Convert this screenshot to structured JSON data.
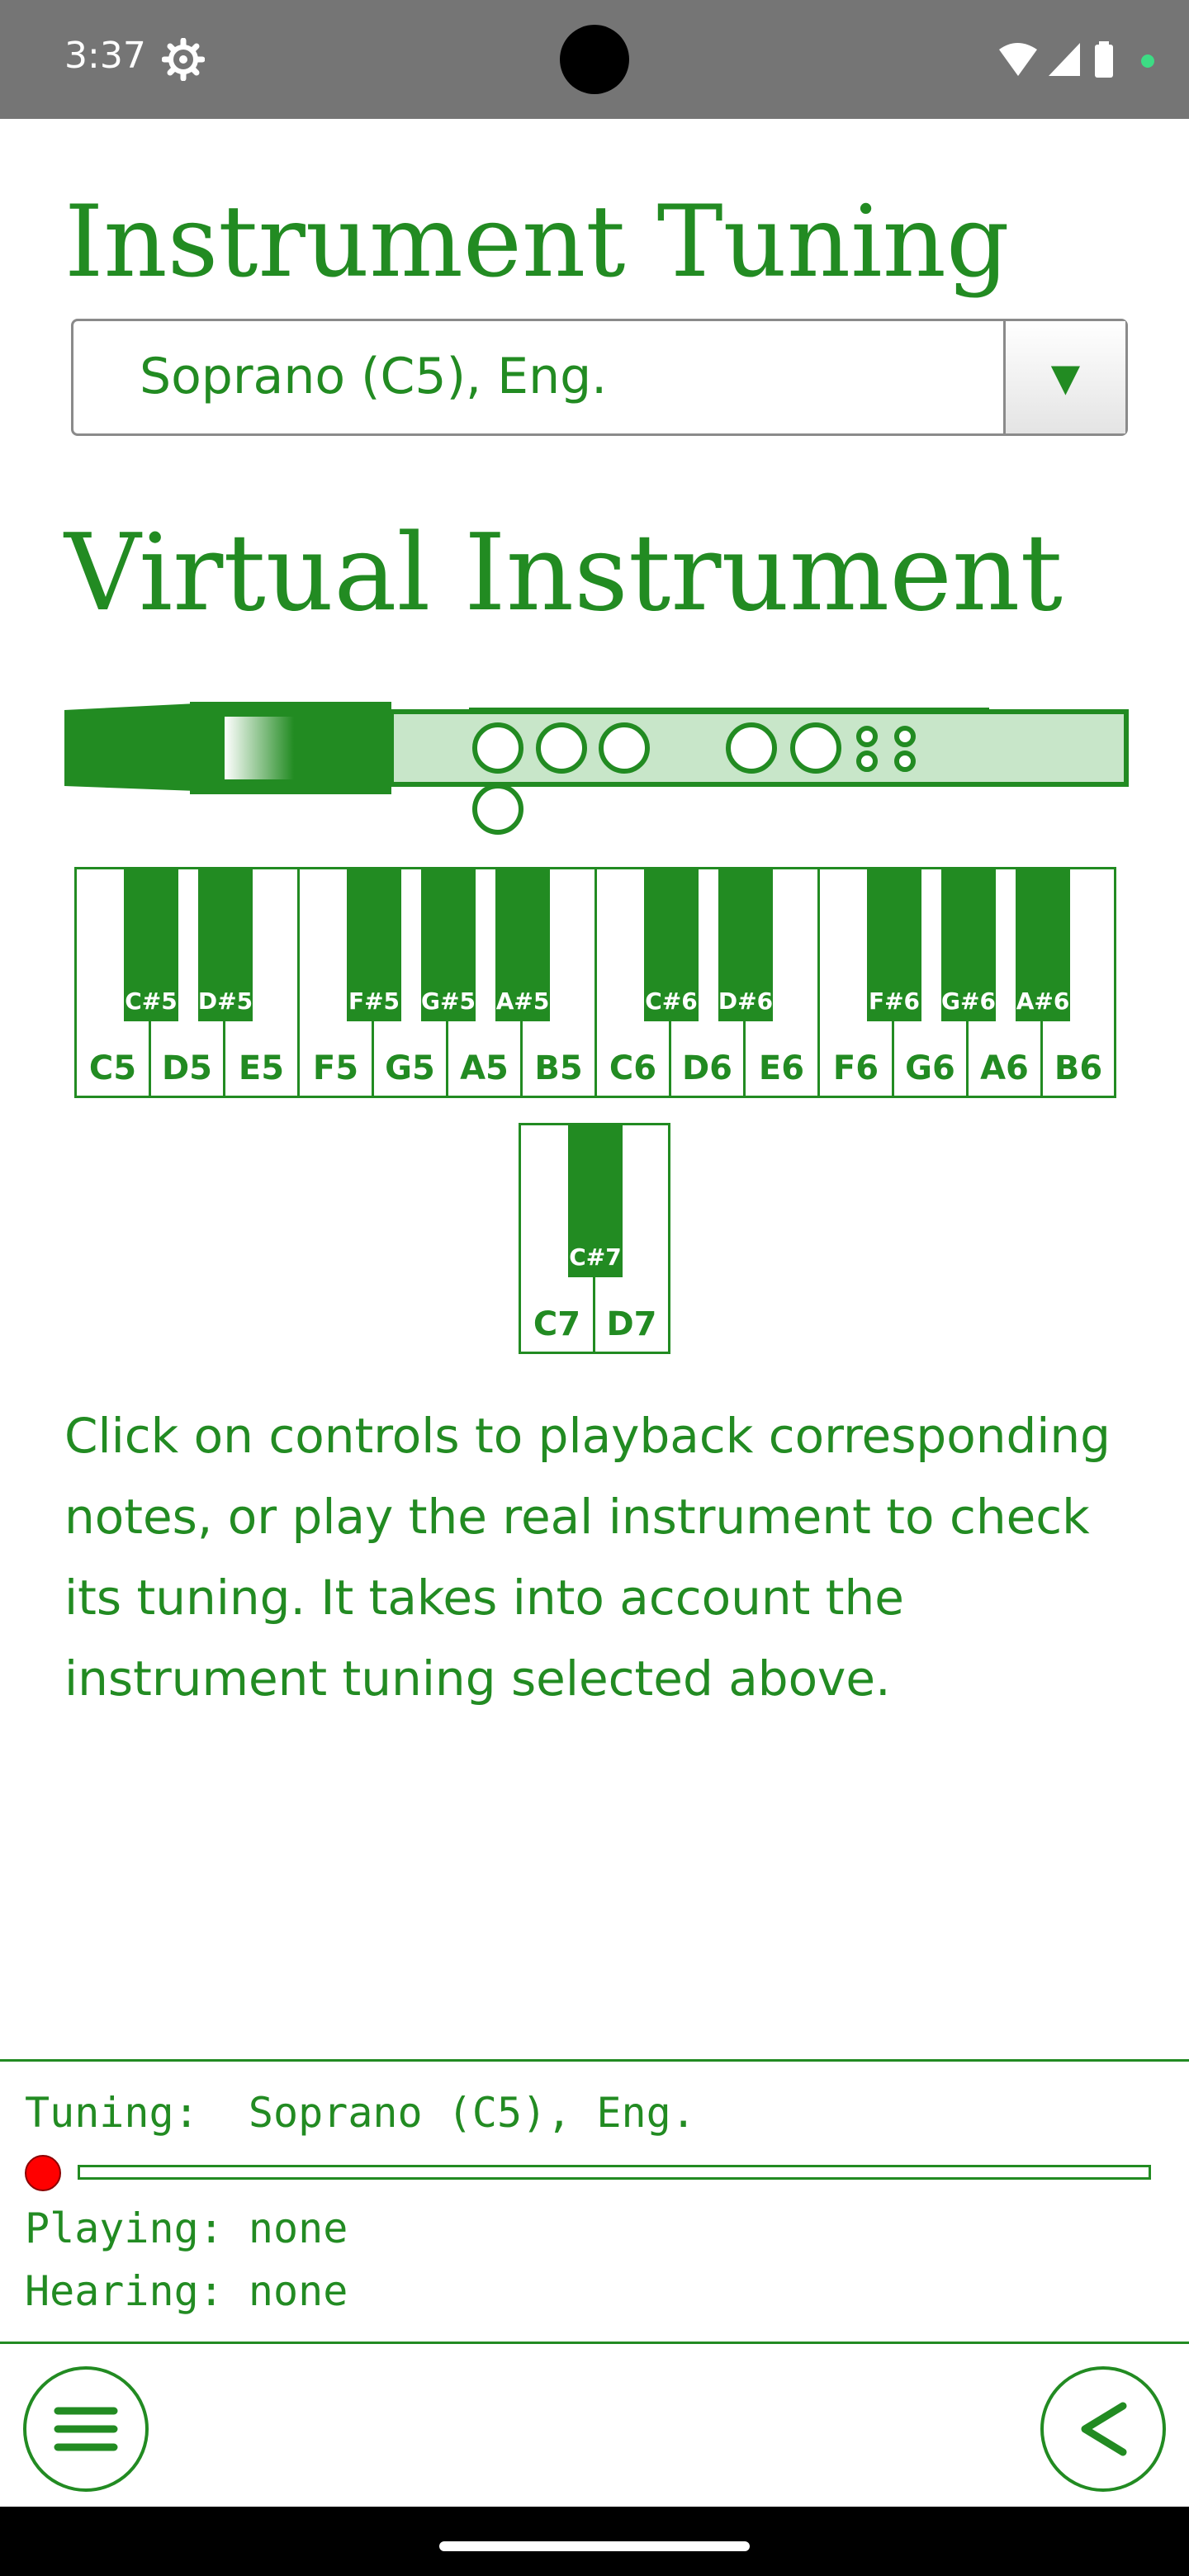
{
  "status_bar": {
    "time": "3:37",
    "icons": [
      "gear-icon",
      "wifi-icon",
      "signal-icon",
      "battery-icon",
      "notification-dot"
    ]
  },
  "tuning_section": {
    "title": "Instrument Tuning",
    "selected": "Soprano (C5), Eng.",
    "dropdown_arrow": "▼"
  },
  "virtual_section": {
    "title": "Virtual Instrument"
  },
  "keyboard": {
    "white_keys": [
      "C5",
      "D5",
      "E5",
      "F5",
      "G5",
      "A5",
      "B5",
      "C6",
      "D6",
      "E6",
      "F6",
      "G6",
      "A6",
      "B6"
    ],
    "black_keys": [
      "C#5",
      "D#5",
      "F#5",
      "G#5",
      "A#5",
      "C#6",
      "D#6",
      "F#6",
      "G#6",
      "A#6"
    ],
    "extra_white_keys": [
      "C7",
      "D7"
    ],
    "extra_black_keys": [
      "C#7"
    ]
  },
  "description": "Click on controls to playback corresponding notes, or play the real instrument to check its tuning. It takes into account the instrument tuning selected above.",
  "status_panel": {
    "tuning_line": "Tuning:  Soprano (C5), Eng.",
    "playing_line": "Playing: none",
    "hearing_line": "Hearing: none",
    "level": 0
  },
  "colors": {
    "accent": "#228b22",
    "light_accent": "#c8e6c9",
    "indicator": "#ff0000"
  }
}
